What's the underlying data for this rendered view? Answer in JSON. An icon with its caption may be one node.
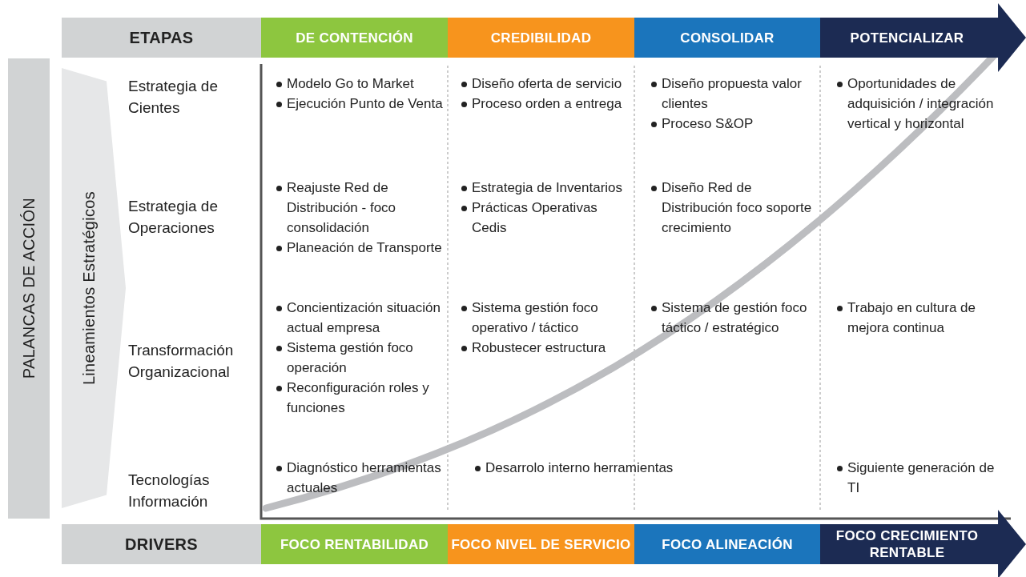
{
  "diagram": {
    "nodes": [
      {
        "text": [
          "ETAPAS"
        ]
      },
      {
        "text": [
          "DE CONTENCIÓN"
        ]
      },
      {
        "text": [
          "CREDIBILIDAD"
        ]
      },
      {
        "text": [
          "CONSOLIDAR"
        ]
      },
      {
        "text": [
          "POTENCIALIZAR"
        ]
      },
      {
        "text": [
          "PALANCAS DE ACCIÓN"
        ]
      },
      {
        "text": [
          "Lineamientos Estratégicos"
        ]
      },
      {
        "text": [
          "DRIVERS"
        ]
      },
      {
        "text": [
          "FOCO RENTABILIDAD"
        ]
      },
      {
        "text": [
          "FOCO NIVEL DE SERVICIO"
        ]
      },
      {
        "text": [
          "FOCO ALINEACIÓN"
        ]
      },
      {
        "text": [
          "FOCO CRECIMIENTO RENTABLE"
        ]
      }
    ],
    "labels": [
      "Estrategia de Cientes",
      "Modelo Go to Market",
      "Ejecución Punto de Venta",
      "Diseño oferta de servicio",
      "Proceso orden a entrega",
      "Diseño propuesta valor clientes",
      "Proceso S&OP",
      "Oportunidades de adquisición / integración vertical y horizontal",
      "Estrategia de Operaciones",
      "Reajuste Red de Distribución - foco consolidación",
      "Planeación de Transporte",
      "Estrategia de Inventarios",
      "Prácticas Operativas Cedis",
      "Diseño Red de Distribución foco soporte crecimiento",
      "Transformación Organizacional",
      "Concientización situación actual empresa",
      "Sistema gestión foco operación",
      "Reconfiguración roles y funciones",
      "Sistema gestión foco operativo / táctico",
      "Robustecer estructura",
      "Sistema de gestión foco táctico / estratégico",
      "Trabajo en cultura de mejora continua",
      "Tecnologías Información",
      "Diagnóstico herramientas actuales",
      "Desarrolo interno herramientas",
      "Siguiente generación de TI"
    ]
  }
}
